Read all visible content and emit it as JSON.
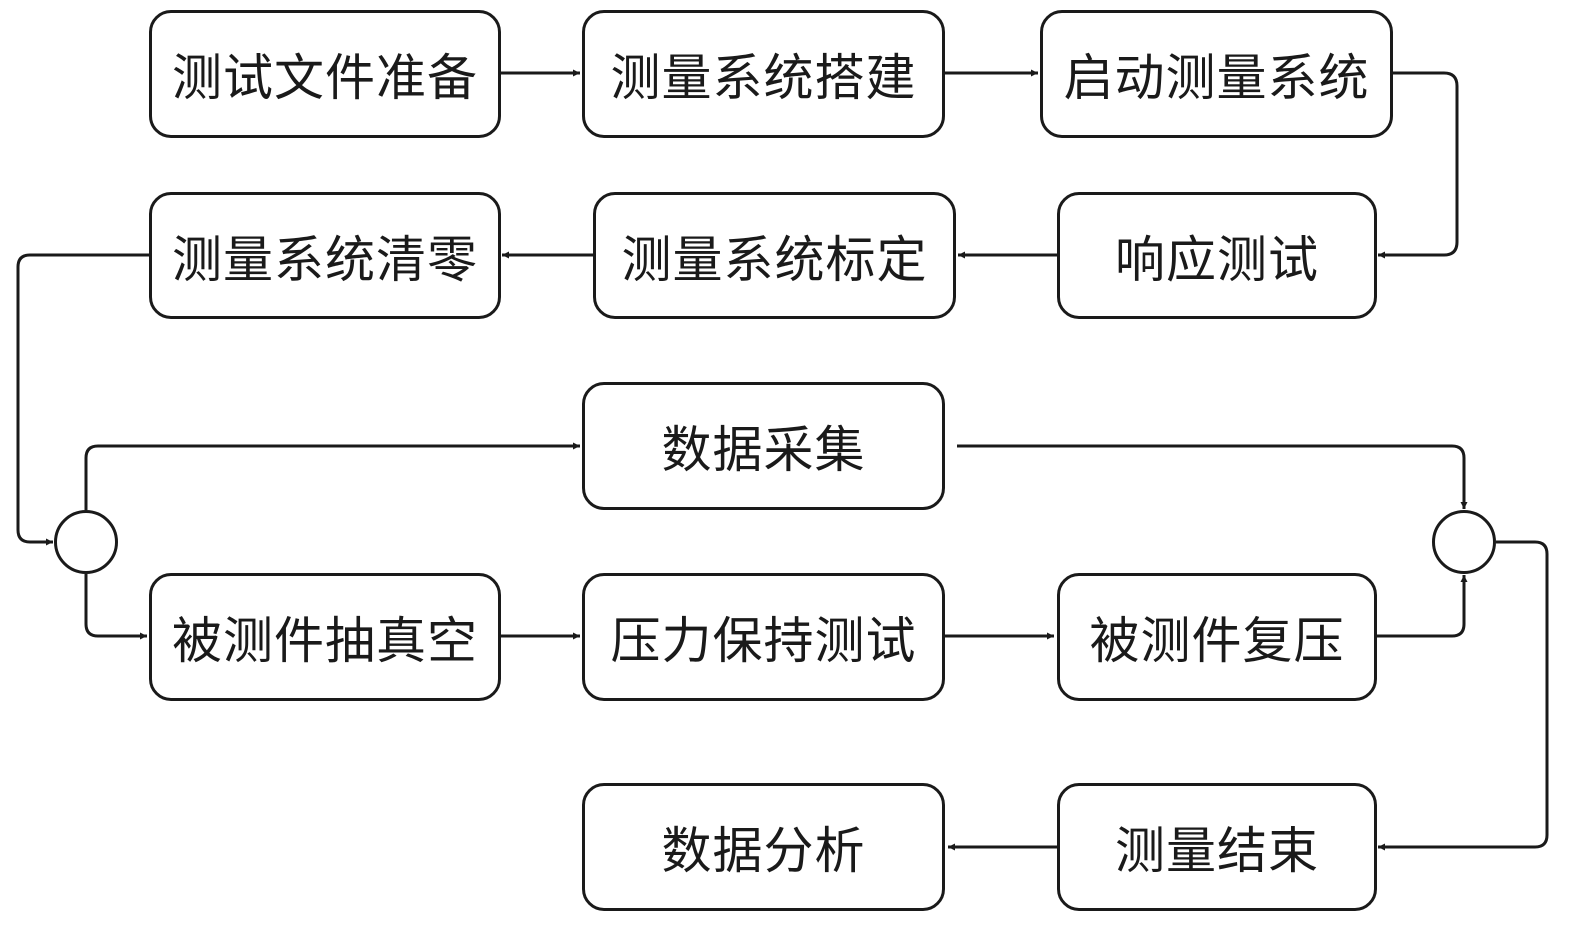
{
  "colors": {
    "stroke": "#1a1a1a",
    "background": "#ffffff"
  },
  "nodes": {
    "test_file_prep": "测试文件准备",
    "system_setup": "测量系统搭建",
    "start_system": "启动测量系统",
    "response_test": "响应测试",
    "calibration": "测量系统标定",
    "zeroing": "测量系统清零",
    "data_acquisition": "数据采集",
    "vacuum": "被测件抽真空",
    "pressure_hold": "压力保持测试",
    "repressurize": "被测件复压",
    "measure_end": "测量结束",
    "data_analysis": "数据分析"
  },
  "edges": [
    {
      "from": "test_file_prep",
      "to": "system_setup"
    },
    {
      "from": "system_setup",
      "to": "start_system"
    },
    {
      "from": "start_system",
      "to": "response_test"
    },
    {
      "from": "response_test",
      "to": "calibration"
    },
    {
      "from": "calibration",
      "to": "zeroing"
    },
    {
      "from": "zeroing",
      "to": "junction_left"
    },
    {
      "from": "junction_left",
      "to": "data_acquisition"
    },
    {
      "from": "junction_left",
      "to": "vacuum"
    },
    {
      "from": "vacuum",
      "to": "pressure_hold"
    },
    {
      "from": "pressure_hold",
      "to": "repressurize"
    },
    {
      "from": "data_acquisition",
      "to": "junction_right"
    },
    {
      "from": "repressurize",
      "to": "junction_right"
    },
    {
      "from": "junction_right",
      "to": "measure_end"
    },
    {
      "from": "measure_end",
      "to": "data_analysis"
    }
  ]
}
